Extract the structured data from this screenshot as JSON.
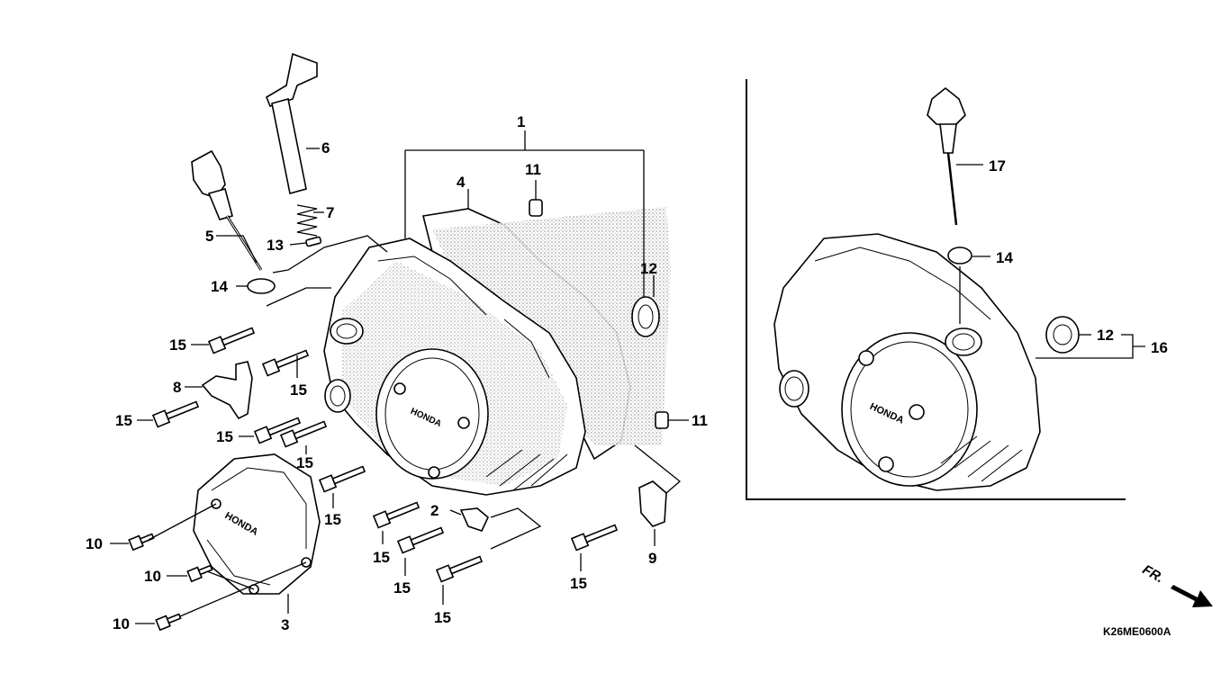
{
  "diagram_code": "K26ME0600A",
  "front_arrow": "FR.",
  "callouts": {
    "c1": "1",
    "c2": "2",
    "c3": "3",
    "c4": "4",
    "c5": "5",
    "c6": "6",
    "c7": "7",
    "c8": "8",
    "c9": "9",
    "c10a": "10",
    "c10b": "10",
    "c10c": "10",
    "c11a": "11",
    "c11b": "11",
    "c12a": "12",
    "c12b": "12",
    "c13": "13",
    "c14a": "14",
    "c14b": "14",
    "c15a": "15",
    "c15b": "15",
    "c15c": "15",
    "c15d": "15",
    "c15e": "15",
    "c15f": "15",
    "c15g": "15",
    "c15h": "15",
    "c15i": "15",
    "c15j": "15",
    "c16": "16",
    "c17": "17"
  }
}
